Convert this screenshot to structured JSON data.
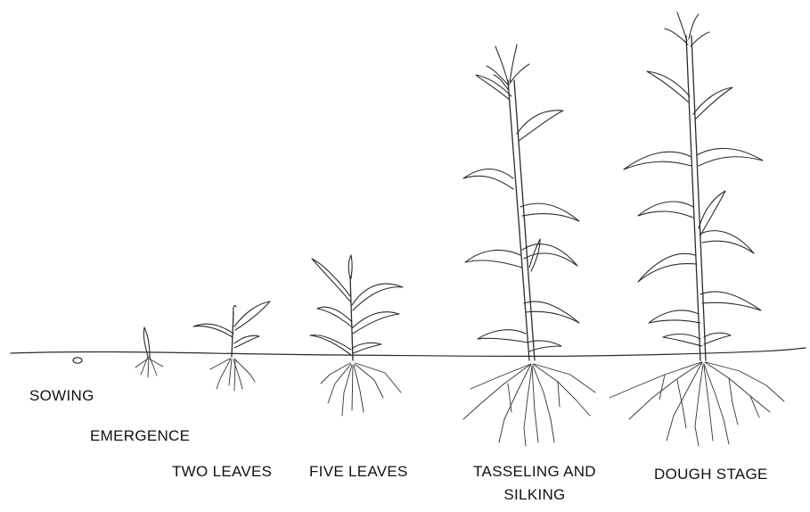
{
  "stages": [
    {
      "id": "sowing",
      "label": "SOWING"
    },
    {
      "id": "emergence",
      "label": "EMERGENCE"
    },
    {
      "id": "two_leaves",
      "label": "TWO LEAVES"
    },
    {
      "id": "five_leaves",
      "label": "FIVE LEAVES"
    },
    {
      "id": "tasseling",
      "label_line1": "TASSELING AND",
      "label_line2": "SILKING"
    },
    {
      "id": "dough",
      "label": "DOUGH STAGE"
    }
  ]
}
